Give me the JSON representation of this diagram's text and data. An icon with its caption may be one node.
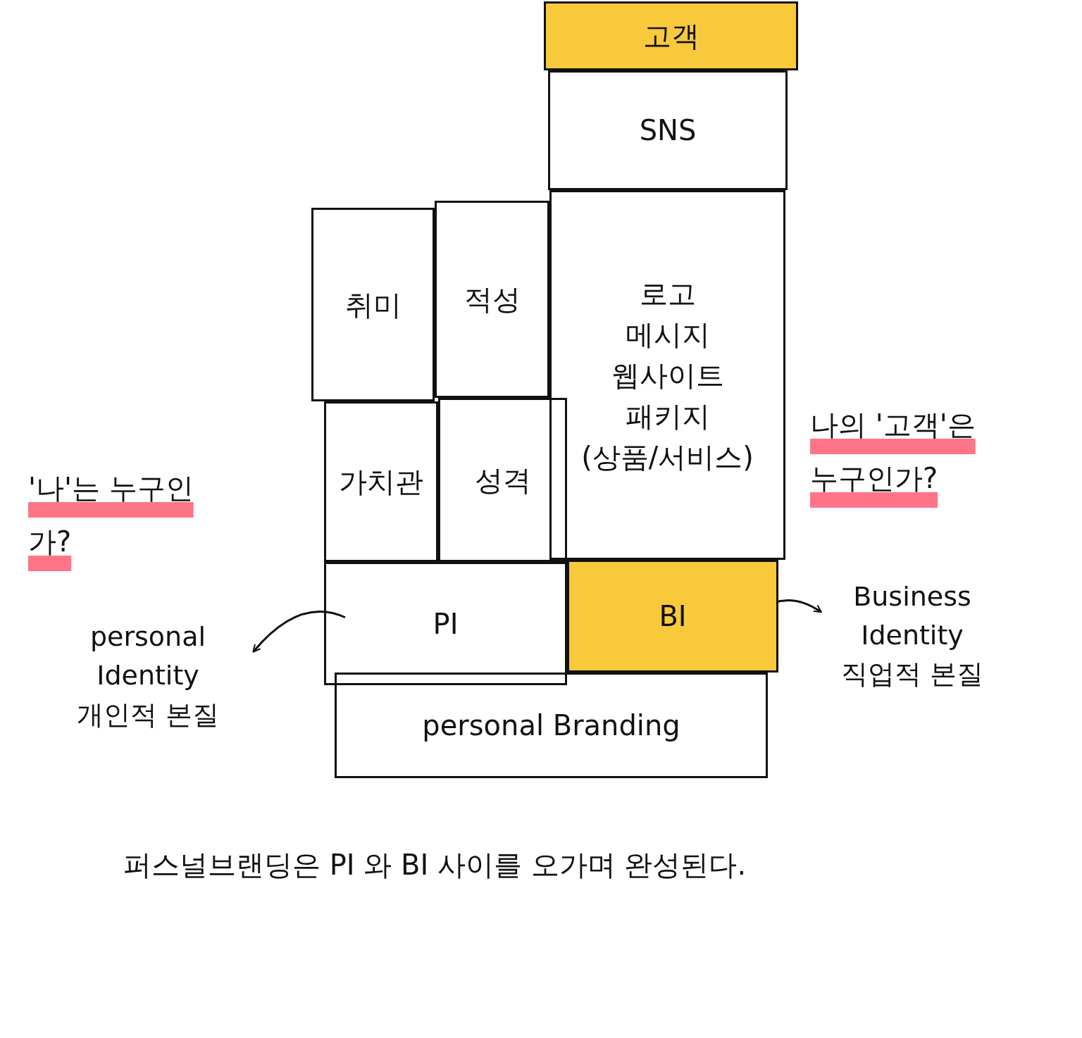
{
  "diagram": {
    "nodes": [
      {
        "text": [
          "고객"
        ]
      },
      {
        "text": [
          "SNS"
        ]
      },
      {
        "text": [
          "로고",
          "메시지",
          "웹사이트",
          "패키지",
          "(상품/서비스)"
        ]
      },
      {
        "text": [
          "취미"
        ]
      },
      {
        "text": [
          "적성"
        ]
      },
      {
        "text": [
          "가치관"
        ]
      },
      {
        "text": [
          "성격"
        ]
      },
      {
        "text": [
          "PI"
        ]
      },
      {
        "text": [
          "BI"
        ]
      },
      {
        "text": [
          "personal Branding"
        ]
      },
      {
        "text": [
          "personal Identity",
          "개인적 본질"
        ]
      },
      {
        "text": [
          "Business Identity",
          "직업적 본질"
        ]
      }
    ],
    "edges": [
      {
        "from": 7,
        "to": 10,
        "arrow": "to"
      },
      {
        "from": 8,
        "to": 11,
        "arrow": "to"
      }
    ],
    "labels": [
      "나의 '고객'은 누구인가?",
      "'나'는 누구인가?",
      "퍼스널브랜딩은 PI 와 BI 사이를 오가며 완성된다."
    ]
  }
}
